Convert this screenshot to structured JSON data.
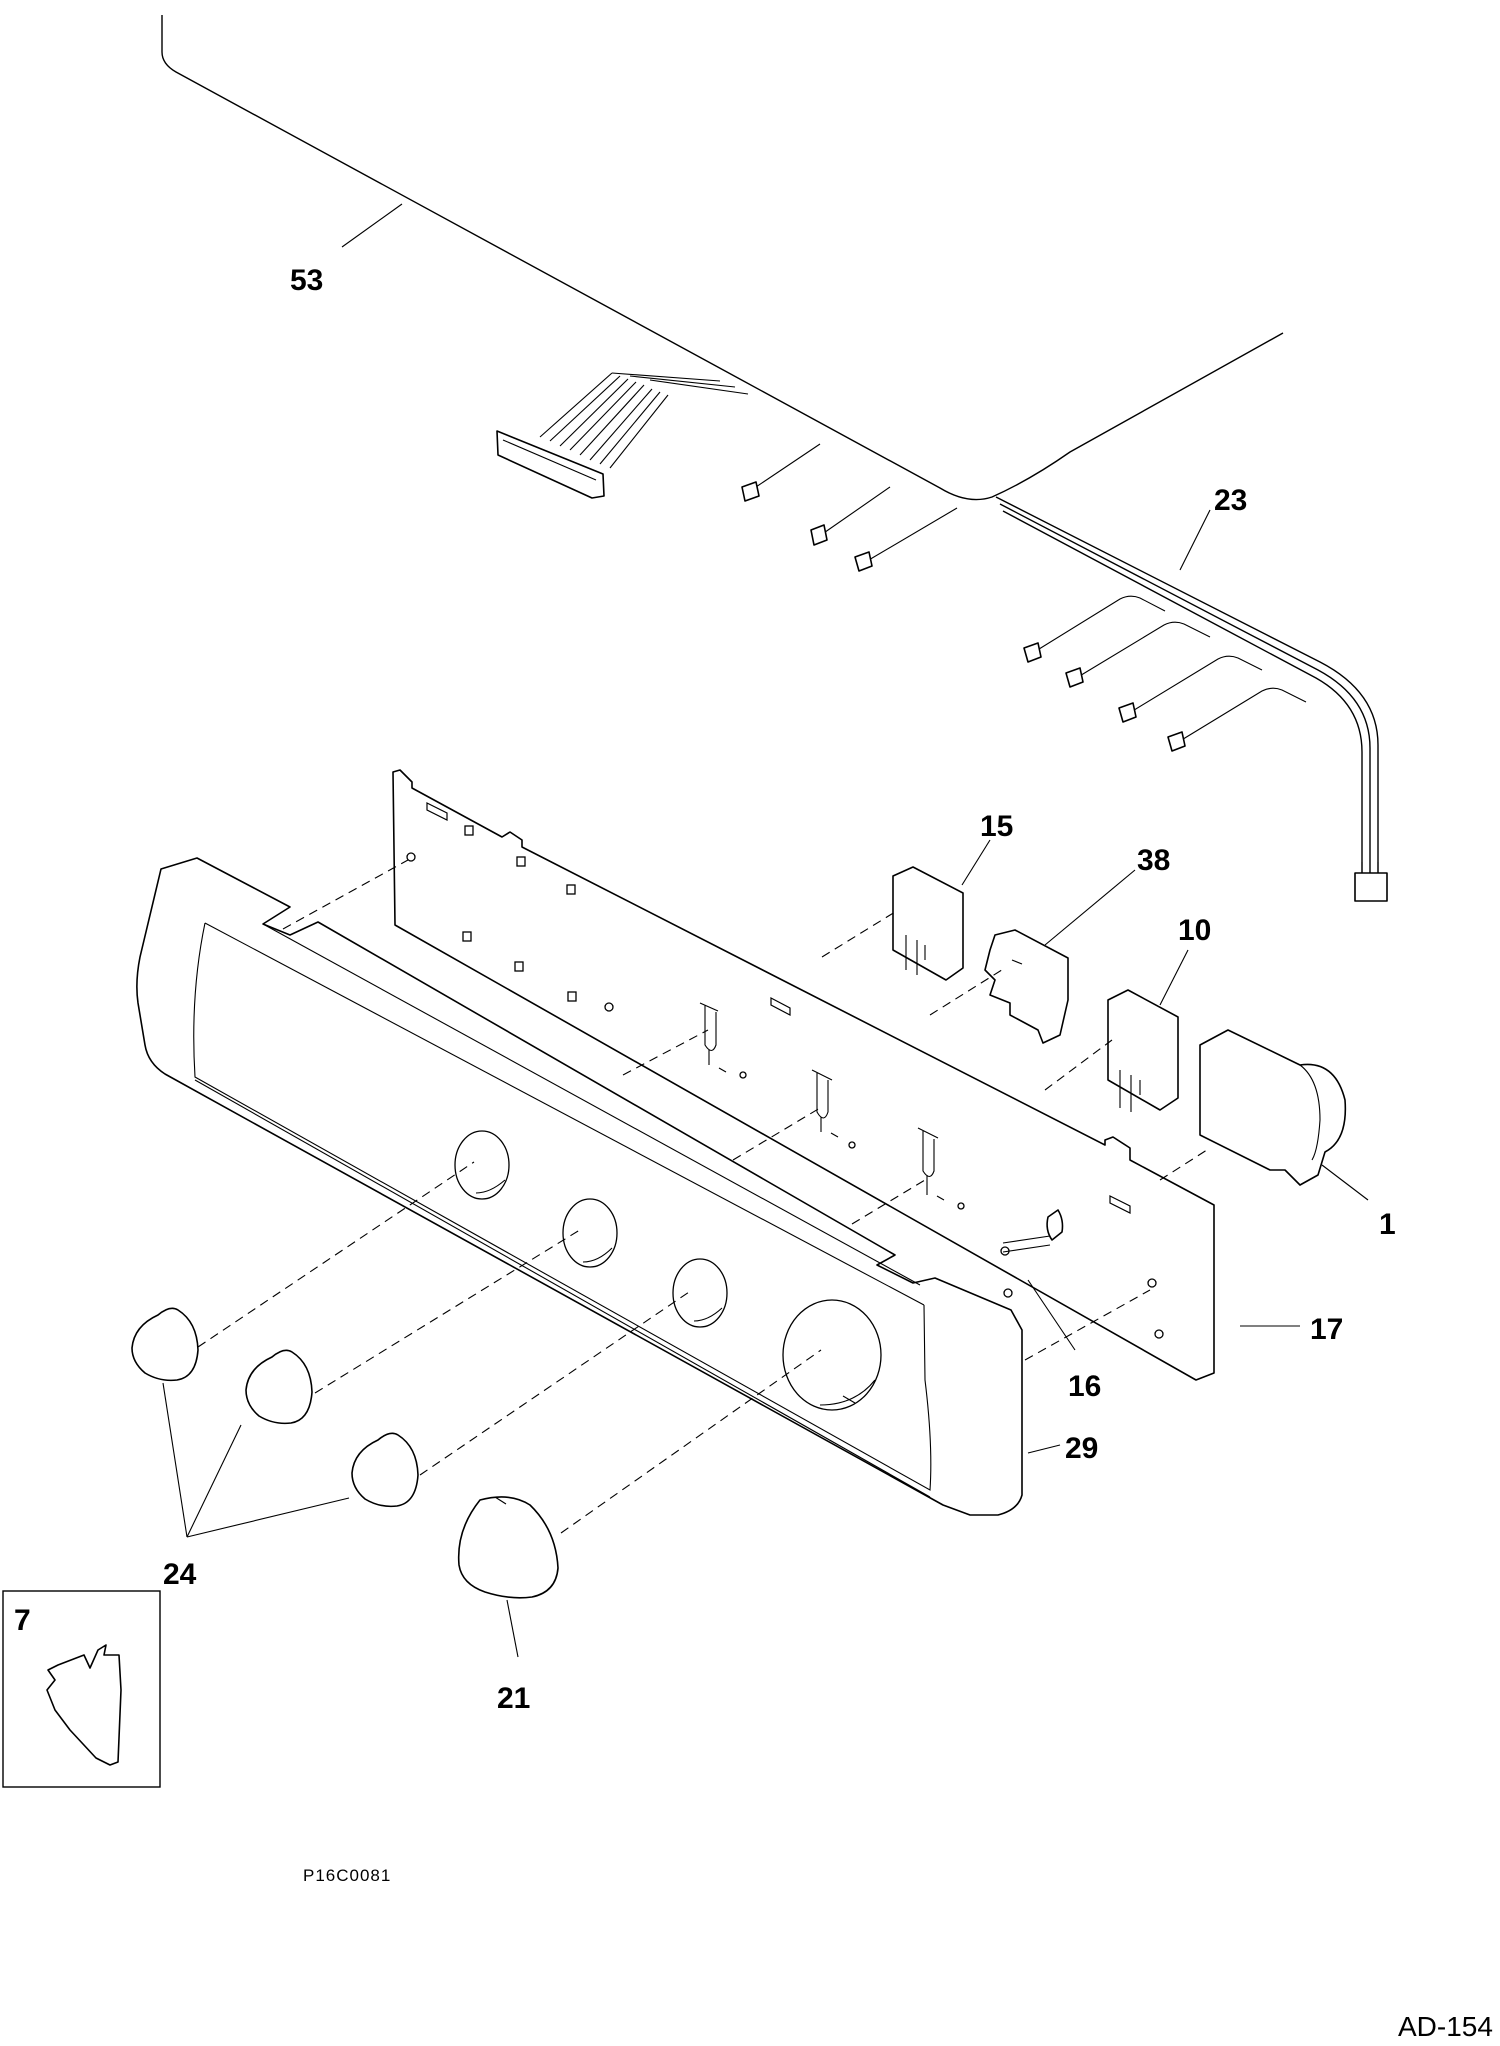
{
  "diagram": {
    "callouts": {
      "p53": "53",
      "p23": "23",
      "p15": "15",
      "p38": "38",
      "p10": "10",
      "p1": "1",
      "p17": "17",
      "p16": "16",
      "p29": "29",
      "p24": "24",
      "p21": "21",
      "p7": "7"
    },
    "drawing_code": "P16C0081",
    "page_id": "AD-154"
  }
}
